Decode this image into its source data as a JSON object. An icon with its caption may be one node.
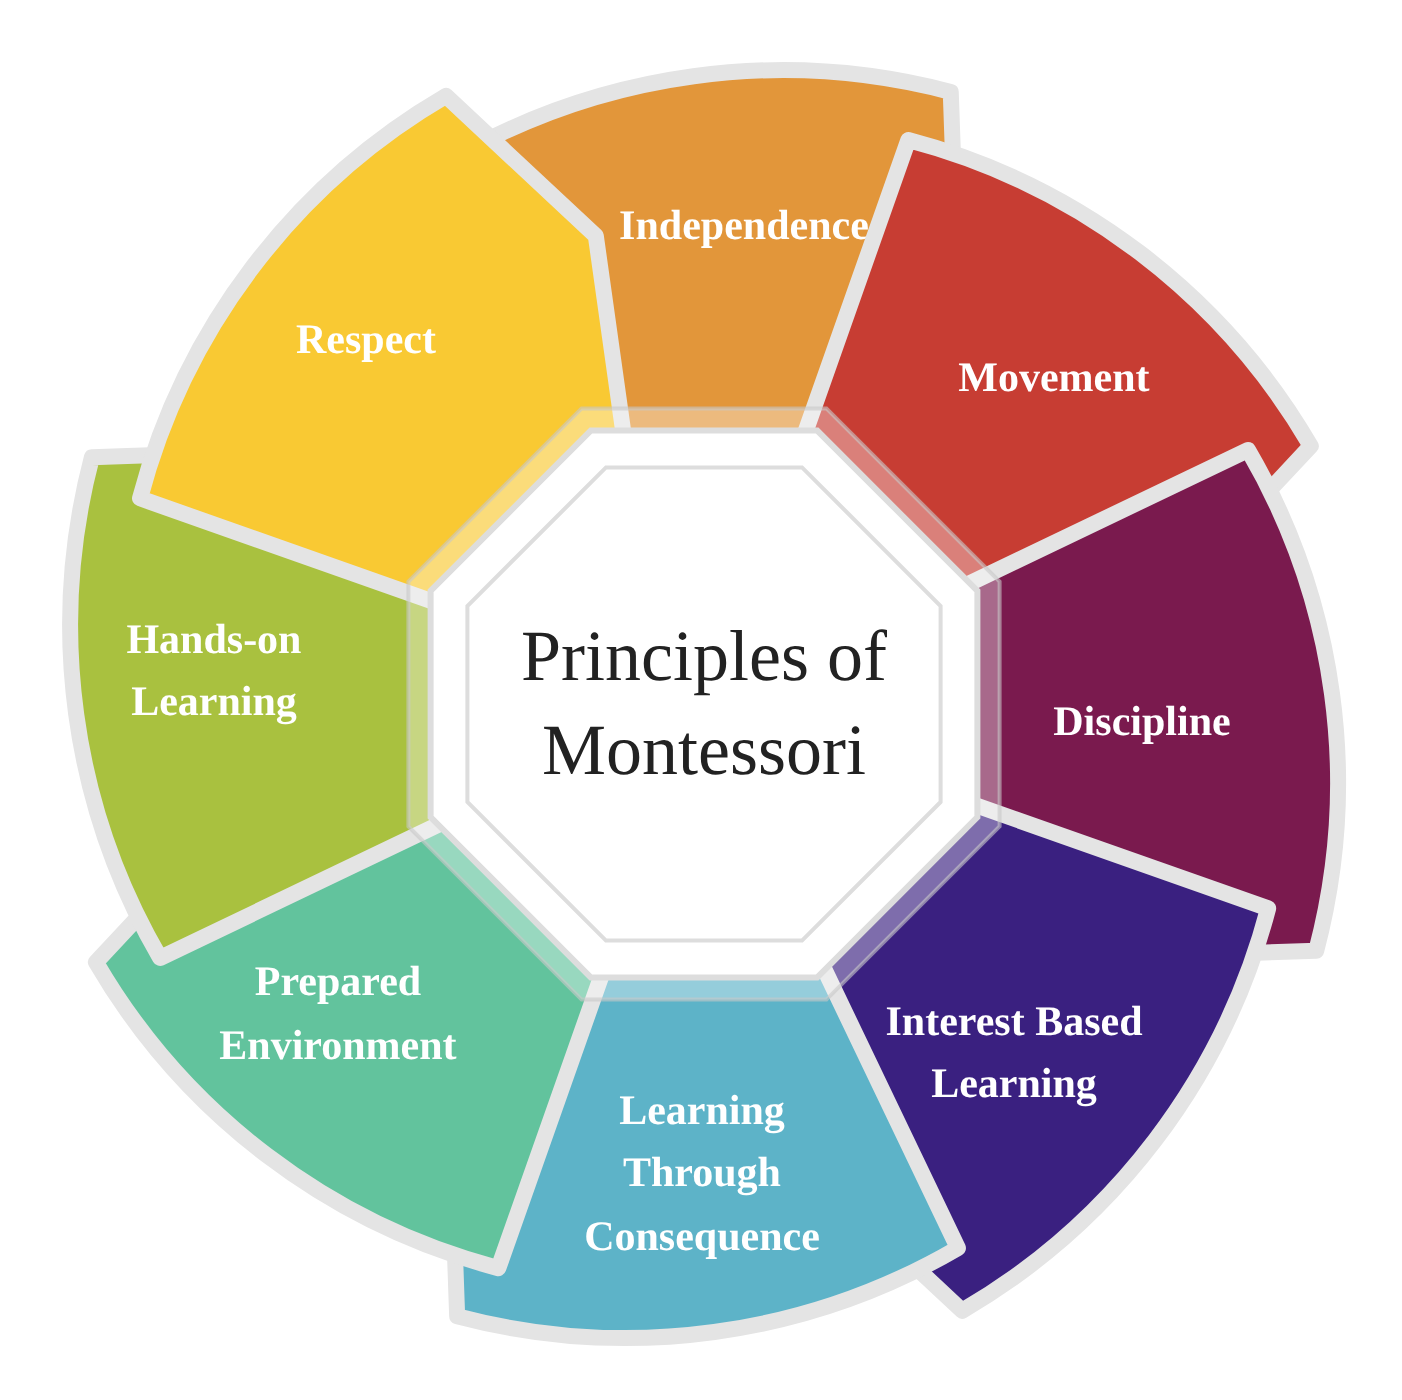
{
  "diagram": {
    "nodes": [
      {
        "text": [
          "Principles of Montessori"
        ]
      },
      {
        "text": [
          "Independence"
        ]
      },
      {
        "text": [
          "Movement"
        ]
      },
      {
        "text": [
          "Discipline"
        ]
      },
      {
        "text": [
          "Interest Based Learning"
        ]
      },
      {
        "text": [
          "Learning Through Consequence"
        ]
      },
      {
        "text": [
          "Prepared Environment"
        ]
      },
      {
        "text": [
          "Hands-on Learning"
        ]
      },
      {
        "text": [
          "Respect"
        ]
      }
    ],
    "edges": []
  }
}
